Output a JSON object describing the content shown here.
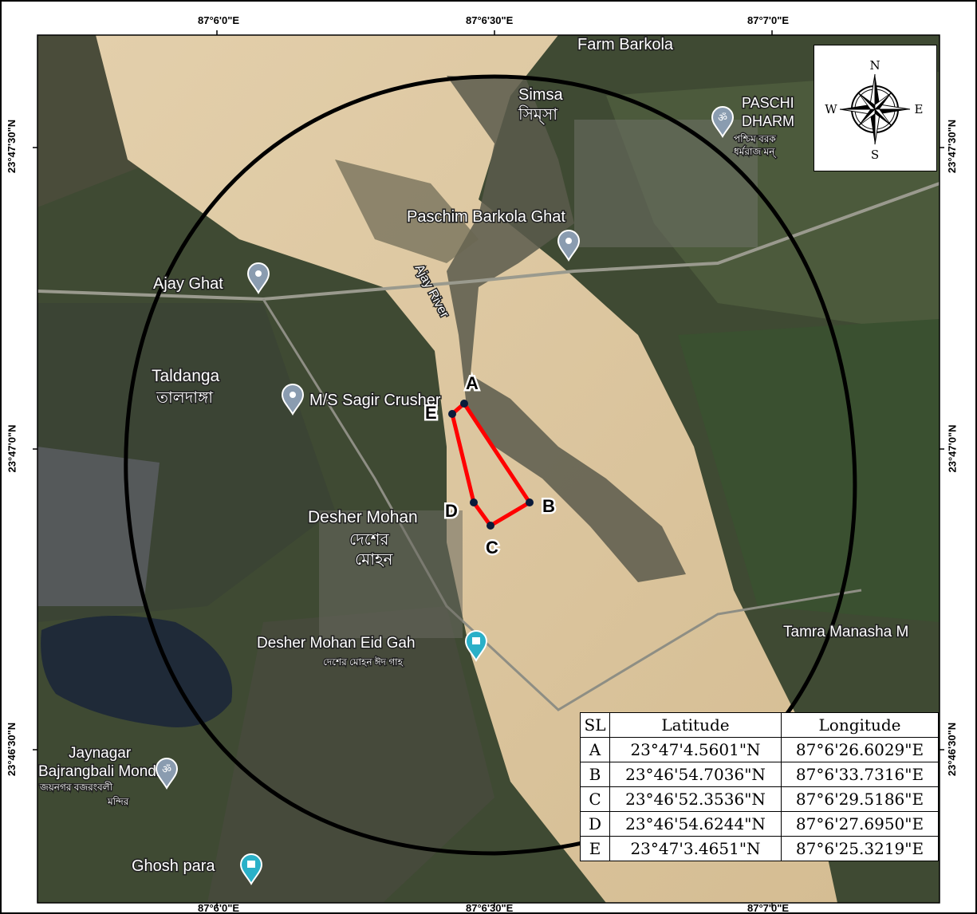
{
  "map": {
    "top_longitudes": [
      "87°6'0\"E",
      "87°6'30\"E",
      "87°7'0\"E"
    ],
    "bottom_longitudes": [
      "87°6'0\"E",
      "87°6'30\"E",
      "87°7'0\"E"
    ],
    "left_latitudes": [
      "23°47'30\"N",
      "23°47'0\"N",
      "23°46'30\"N"
    ],
    "right_latitudes": [
      "23°47'30\"N",
      "23°47'0\"N",
      "23°46'30\"N"
    ],
    "place_labels": {
      "farm_barkola": "Farm Barkola",
      "simsa": "Simsa",
      "simsa_bn": "সিম্সা",
      "paschim_dharm": "PASCHI",
      "paschim_dharm2": "DHARM",
      "paschim_bn1": "পশ্চিম বরক",
      "paschim_bn2": "ধর্মরাজ মন্",
      "paschim_barkola_ghat": "Paschim Barkola Ghat",
      "ajay_ghat": "Ajay Ghat",
      "ajay_river": "Ajay River",
      "taldanga": "Taldanga",
      "taldanga_bn": "তালদাঙ্গা",
      "sagir_crusher": "M/S Sagir Crusher",
      "desher_mohan": "Desher Mohan",
      "desher_mohan_bn1": "দেশের",
      "desher_mohan_bn2": "মোহন",
      "eid_gah": "Desher Mohan Eid Gah",
      "eid_gah_bn": "দেশের মোহন ঈদ গাহ",
      "tamra_manasha": "Tamra Manasha M",
      "jaynagar": "Jaynagar",
      "bajrangbali": "Bajrangbali Mondir",
      "jaynagar_bn": "জয়নগর বজরংবলী",
      "mondir_bn": "মন্দির",
      "ghosh_para": "Ghosh para"
    },
    "points": [
      "A",
      "B",
      "C",
      "D",
      "E"
    ],
    "compass": {
      "n": "N",
      "s": "S",
      "e": "E",
      "w": "W"
    },
    "colors": {
      "boundary": "#ff0000",
      "buffer": "#000000",
      "sand": "#d9c29b",
      "water": "#1f2a38"
    }
  },
  "table": {
    "headers": [
      "SL",
      "Latitude",
      "Longitude"
    ],
    "rows": [
      [
        "A",
        "23°47'4.5601\"N",
        "87°6'26.6029\"E"
      ],
      [
        "B",
        "23°46'54.7036\"N",
        "87°6'33.7316\"E"
      ],
      [
        "C",
        "23°46'52.3536\"N",
        "87°6'29.5186\"E"
      ],
      [
        "D",
        "23°46'54.6244\"N",
        "87°6'27.6950\"E"
      ],
      [
        "E",
        "23°47'3.4651\"N",
        "87°6'25.3219\"E"
      ]
    ]
  }
}
